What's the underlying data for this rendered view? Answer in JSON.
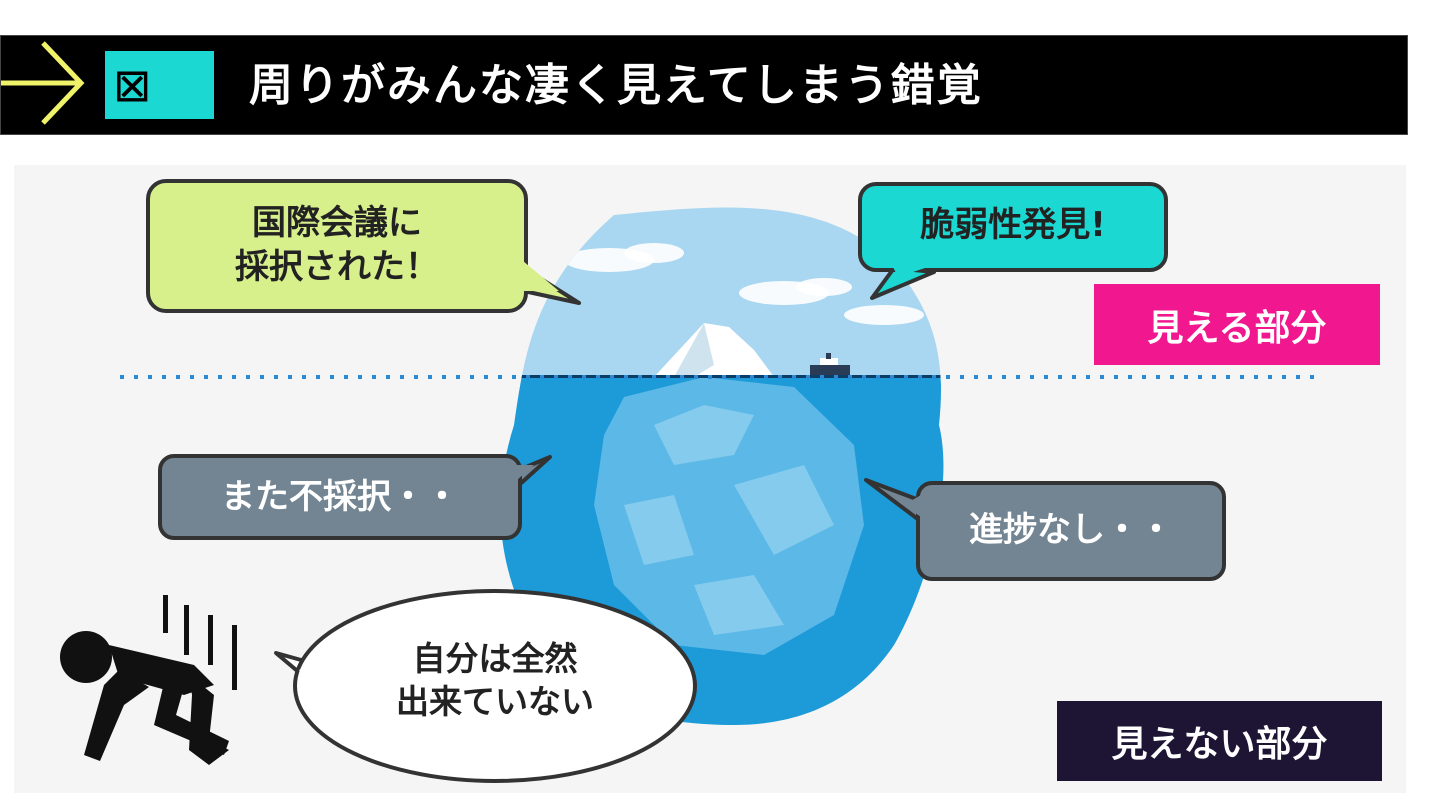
{
  "title": "周りがみんな凄く見えてしまう錯覚",
  "badge_glyph": "⊠",
  "bubbles": {
    "intl_conf": {
      "line1": "国際会議に",
      "line2": "採択された！"
    },
    "vuln": "脆弱性発見!",
    "rejected": "また不採択・・",
    "no_progress": "進捗なし・・",
    "self": {
      "line1": "自分は全然",
      "line2": "出来ていない"
    }
  },
  "labels": {
    "visible": "見える部分",
    "invisible": "見えない部分"
  },
  "icons": [
    "arrow-right-icon",
    "checkbox-icon",
    "iceberg-illustration",
    "ship-icon",
    "dejected-person-icon"
  ],
  "colors": {
    "title_bg": "#000000",
    "badge": "#1bd8d2",
    "arrow": "#f0f26a",
    "green_bubble": "#d8f08c",
    "teal_bubble": "#1bd8d2",
    "gray_bubble": "#738592",
    "visible_label": "#f0178f",
    "invisible_label": "#1e1535",
    "sea": "#1d9ad8",
    "sky": "#a9d6f0"
  }
}
